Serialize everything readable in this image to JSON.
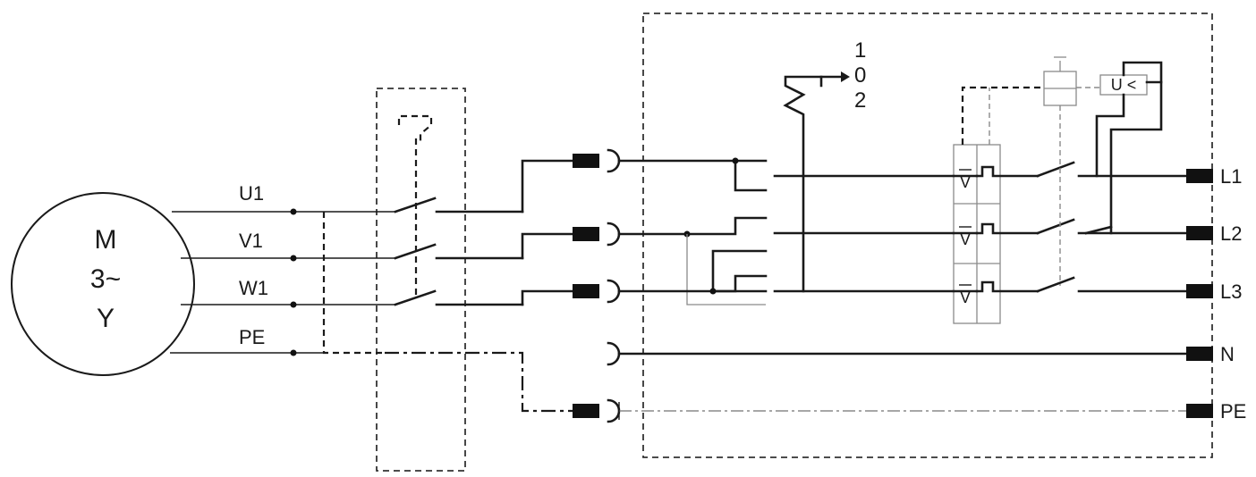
{
  "motor": {
    "line1": "M",
    "line2": "3~",
    "line3": "Y"
  },
  "motor_terminals": [
    "U1",
    "V1",
    "W1",
    "PE"
  ],
  "supply_terminals": [
    "L1",
    "L2",
    "L3",
    "N",
    "PE"
  ],
  "selector_positions": [
    "1",
    "0",
    "2"
  ],
  "voltage_symbol": "V",
  "undervoltage_symbol": "U <"
}
